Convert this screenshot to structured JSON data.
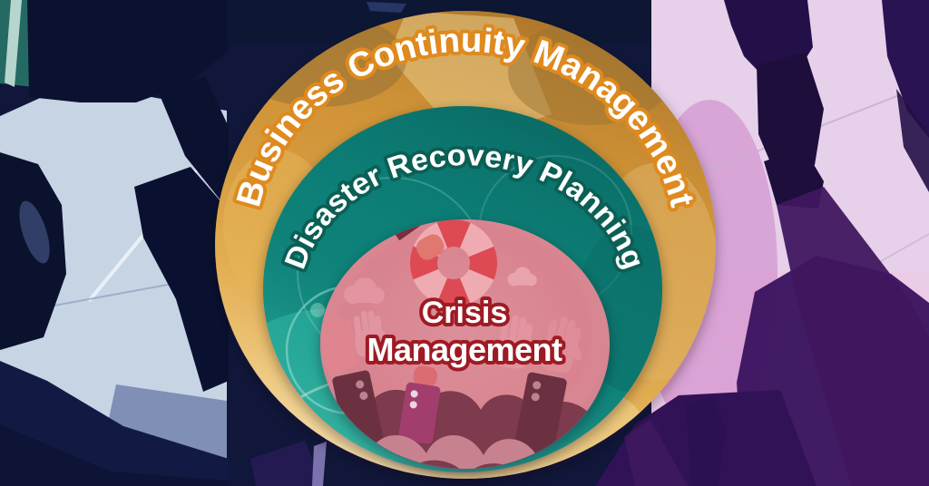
{
  "diagram": {
    "rings": [
      {
        "name": "business-continuity-management",
        "label": "Business Continuity Management",
        "fill": "#d79a3b",
        "text_fill": "#ffffff",
        "text_stroke": "#de8a1f"
      },
      {
        "name": "disaster-recovery-planning",
        "label": "Disaster Recovery Planning",
        "fill": "#11827a",
        "text_fill": "#ffffff",
        "text_stroke": "#0b5f55"
      },
      {
        "name": "crisis-management",
        "label": "Crisis Management",
        "line1": "Crisis",
        "line2": "Management",
        "fill": "#d8838f",
        "text_fill": "#ffffff",
        "text_stroke": "#9e1b24"
      }
    ],
    "illustration_icons": [
      "lifebuoy-icon",
      "fist-icon",
      "raised-hand-icon",
      "cloud-icon",
      "suit-sleeve-arm-icon",
      "flood-wave-icon"
    ]
  },
  "background": {
    "left_photo_tint": "#13204f",
    "left_pavement": "#c7d4e4",
    "right_photo_tint": "#c45ab5",
    "right_pavement": "#e7d0ea",
    "shadow_purple": "#3c1560",
    "silhouette_navy": "#0b1230",
    "gold_ring_light": "#f0d48a",
    "teal_ring_light": "#2fb4a2",
    "wave_dark": "#7d3b4d",
    "wave_light": "#c8828f"
  }
}
